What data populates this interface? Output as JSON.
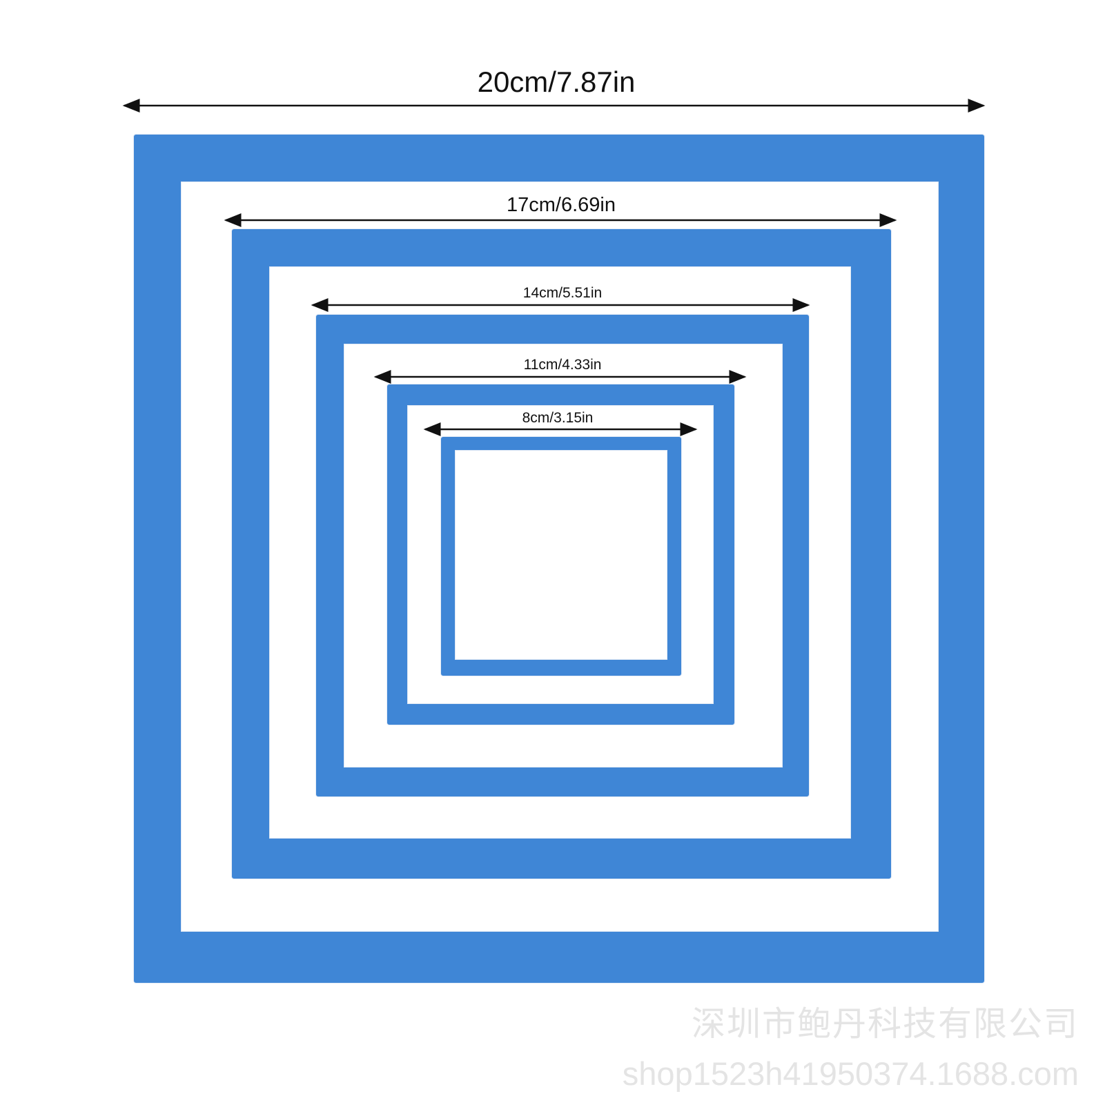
{
  "colors": {
    "foam_blue": "#3f86d6",
    "arrow": "#111111",
    "watermark": "#e4e4e4"
  },
  "frames": [
    {
      "label": "20cm/7.87in"
    },
    {
      "label": "17cm/6.69in"
    },
    {
      "label": "14cm/5.51in"
    },
    {
      "label": "11cm/4.33in"
    },
    {
      "label": "8cm/3.15in"
    }
  ],
  "watermark": {
    "company": "深圳市鲍丹科技有限公司",
    "url": "shop1523h41950374.1688.com"
  }
}
